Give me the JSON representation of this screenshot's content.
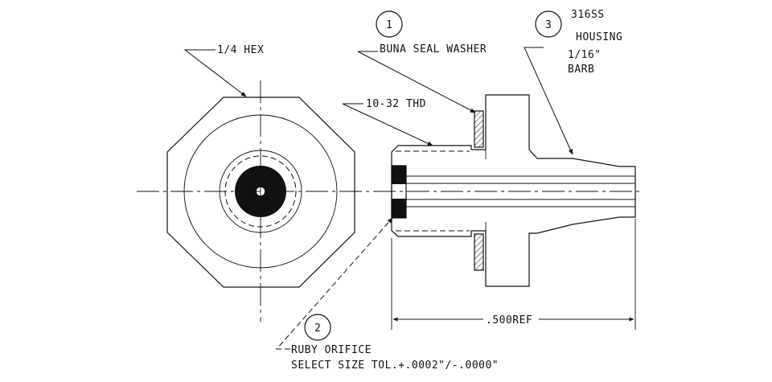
{
  "callouts": {
    "hex_label": "1/4 HEX",
    "washer_number": "1",
    "washer_label": "BUNA SEAL WASHER",
    "thread_label": "10-32 THD",
    "housing_number": "3",
    "housing_material": "316SS",
    "housing_label": "HOUSING",
    "barb_size": "1/16\"",
    "barb_label": "BARB",
    "orifice_number": "2",
    "orifice_label": "RUBY ORIFICE",
    "orifice_spec": "SELECT SIZE  TOL.+.0002\"/-.0000\""
  },
  "dimensions": {
    "length_label": ".500REF"
  },
  "colors": {
    "ink": "#111111",
    "background": "#ffffff"
  }
}
